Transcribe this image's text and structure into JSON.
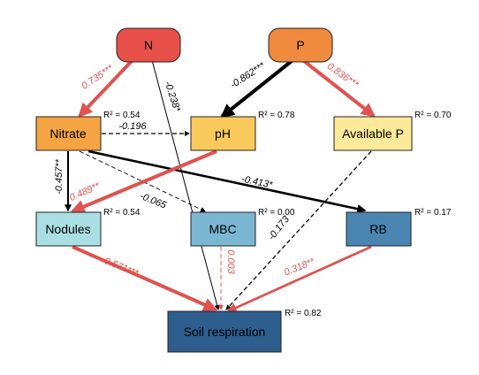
{
  "nodes": {
    "N": {
      "label": "N",
      "fill": "#e8514a",
      "r2": ""
    },
    "P": {
      "label": "P",
      "fill": "#f08a3e",
      "r2": ""
    },
    "Nitrate": {
      "label": "Nitrate",
      "fill": "#f4a443",
      "r2": "R² = 0.54"
    },
    "pH": {
      "label": "pH",
      "fill": "#f9c95c",
      "r2": "R² = 0.78"
    },
    "AvailableP": {
      "label": "Available P",
      "fill": "#fde99a",
      "r2": "R² = 0.70"
    },
    "Nodules": {
      "label": "Nodules",
      "fill": "#a9dfe2",
      "r2": "R² = 0.54"
    },
    "MBC": {
      "label": "MBC",
      "fill": "#7bb6d3",
      "r2": "R² = 0.00"
    },
    "RB": {
      "label": "RB",
      "fill": "#4b86b2",
      "r2": "R² = 0.17"
    },
    "SoilResp": {
      "label": "Soil respiration",
      "fill": "#2e5e8e",
      "r2": "R² = 0.82"
    }
  },
  "paths": [
    {
      "from": "N",
      "to": "Nitrate",
      "label": "0.735***",
      "sign": "pos",
      "sig": true
    },
    {
      "from": "N",
      "to": "SoilResp",
      "label": "-0.238*",
      "sign": "neg",
      "sig": true
    },
    {
      "from": "P",
      "to": "pH",
      "label": "-0.862***",
      "sign": "neg",
      "sig": true
    },
    {
      "from": "P",
      "to": "AvailableP",
      "label": "0.836***",
      "sign": "pos",
      "sig": true
    },
    {
      "from": "Nitrate",
      "to": "pH",
      "label": "-0.196",
      "sign": "neg",
      "sig": false
    },
    {
      "from": "Nitrate",
      "to": "Nodules",
      "label": "-0.457**",
      "sign": "neg",
      "sig": true
    },
    {
      "from": "Nitrate",
      "to": "MBC",
      "label": "-0.065",
      "sign": "neg",
      "sig": false
    },
    {
      "from": "Nitrate",
      "to": "RB",
      "label": "-0.413*",
      "sign": "neg",
      "sig": true
    },
    {
      "from": "pH",
      "to": "Nodules",
      "label": "0.489**",
      "sign": "pos",
      "sig": true
    },
    {
      "from": "AvailableP",
      "to": "SoilResp",
      "label": "-0.173",
      "sign": "neg",
      "sig": false
    },
    {
      "from": "Nodules",
      "to": "SoilResp",
      "label": "0.571***",
      "sign": "pos",
      "sig": true
    },
    {
      "from": "MBC",
      "to": "SoilResp",
      "label": "0.003",
      "sign": "pos",
      "sig": false
    },
    {
      "from": "RB",
      "to": "SoilResp",
      "label": "0.318**",
      "sign": "pos",
      "sig": true
    }
  ],
  "colors": {
    "positive": "#e0524f",
    "negative": "#000000",
    "positive_text": "#e0524f",
    "negative_text": "#000000"
  }
}
